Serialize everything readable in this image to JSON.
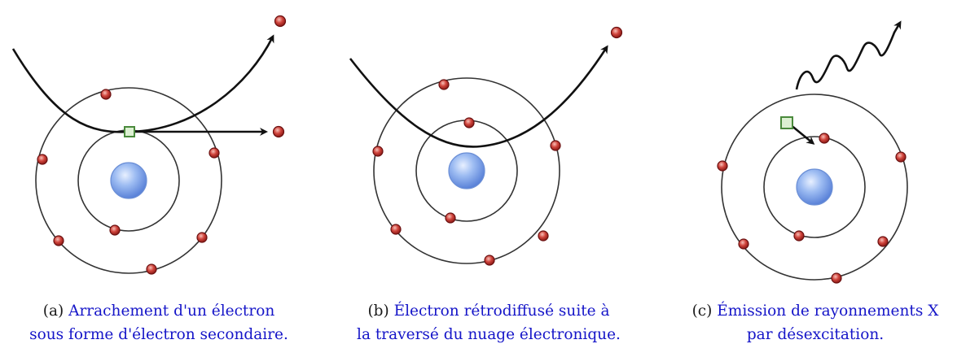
{
  "panels": [
    {
      "label": "(a)",
      "line1": "Arrachement d'un électron",
      "line2": "sous forme d'électron secondaire."
    },
    {
      "label": "(b)",
      "line1": "Électron rétrodiffusé suite à",
      "line2": "la traversé du nuage électronique."
    },
    {
      "label": "(c)",
      "line1": "Émission de rayonnements X",
      "line2": "par désexcitation."
    }
  ],
  "colors": {
    "caption_text": "#1515c8",
    "electron": "#c0302c",
    "nucleus": "#7fa6ea",
    "vacancy": "#dcf0d2"
  }
}
